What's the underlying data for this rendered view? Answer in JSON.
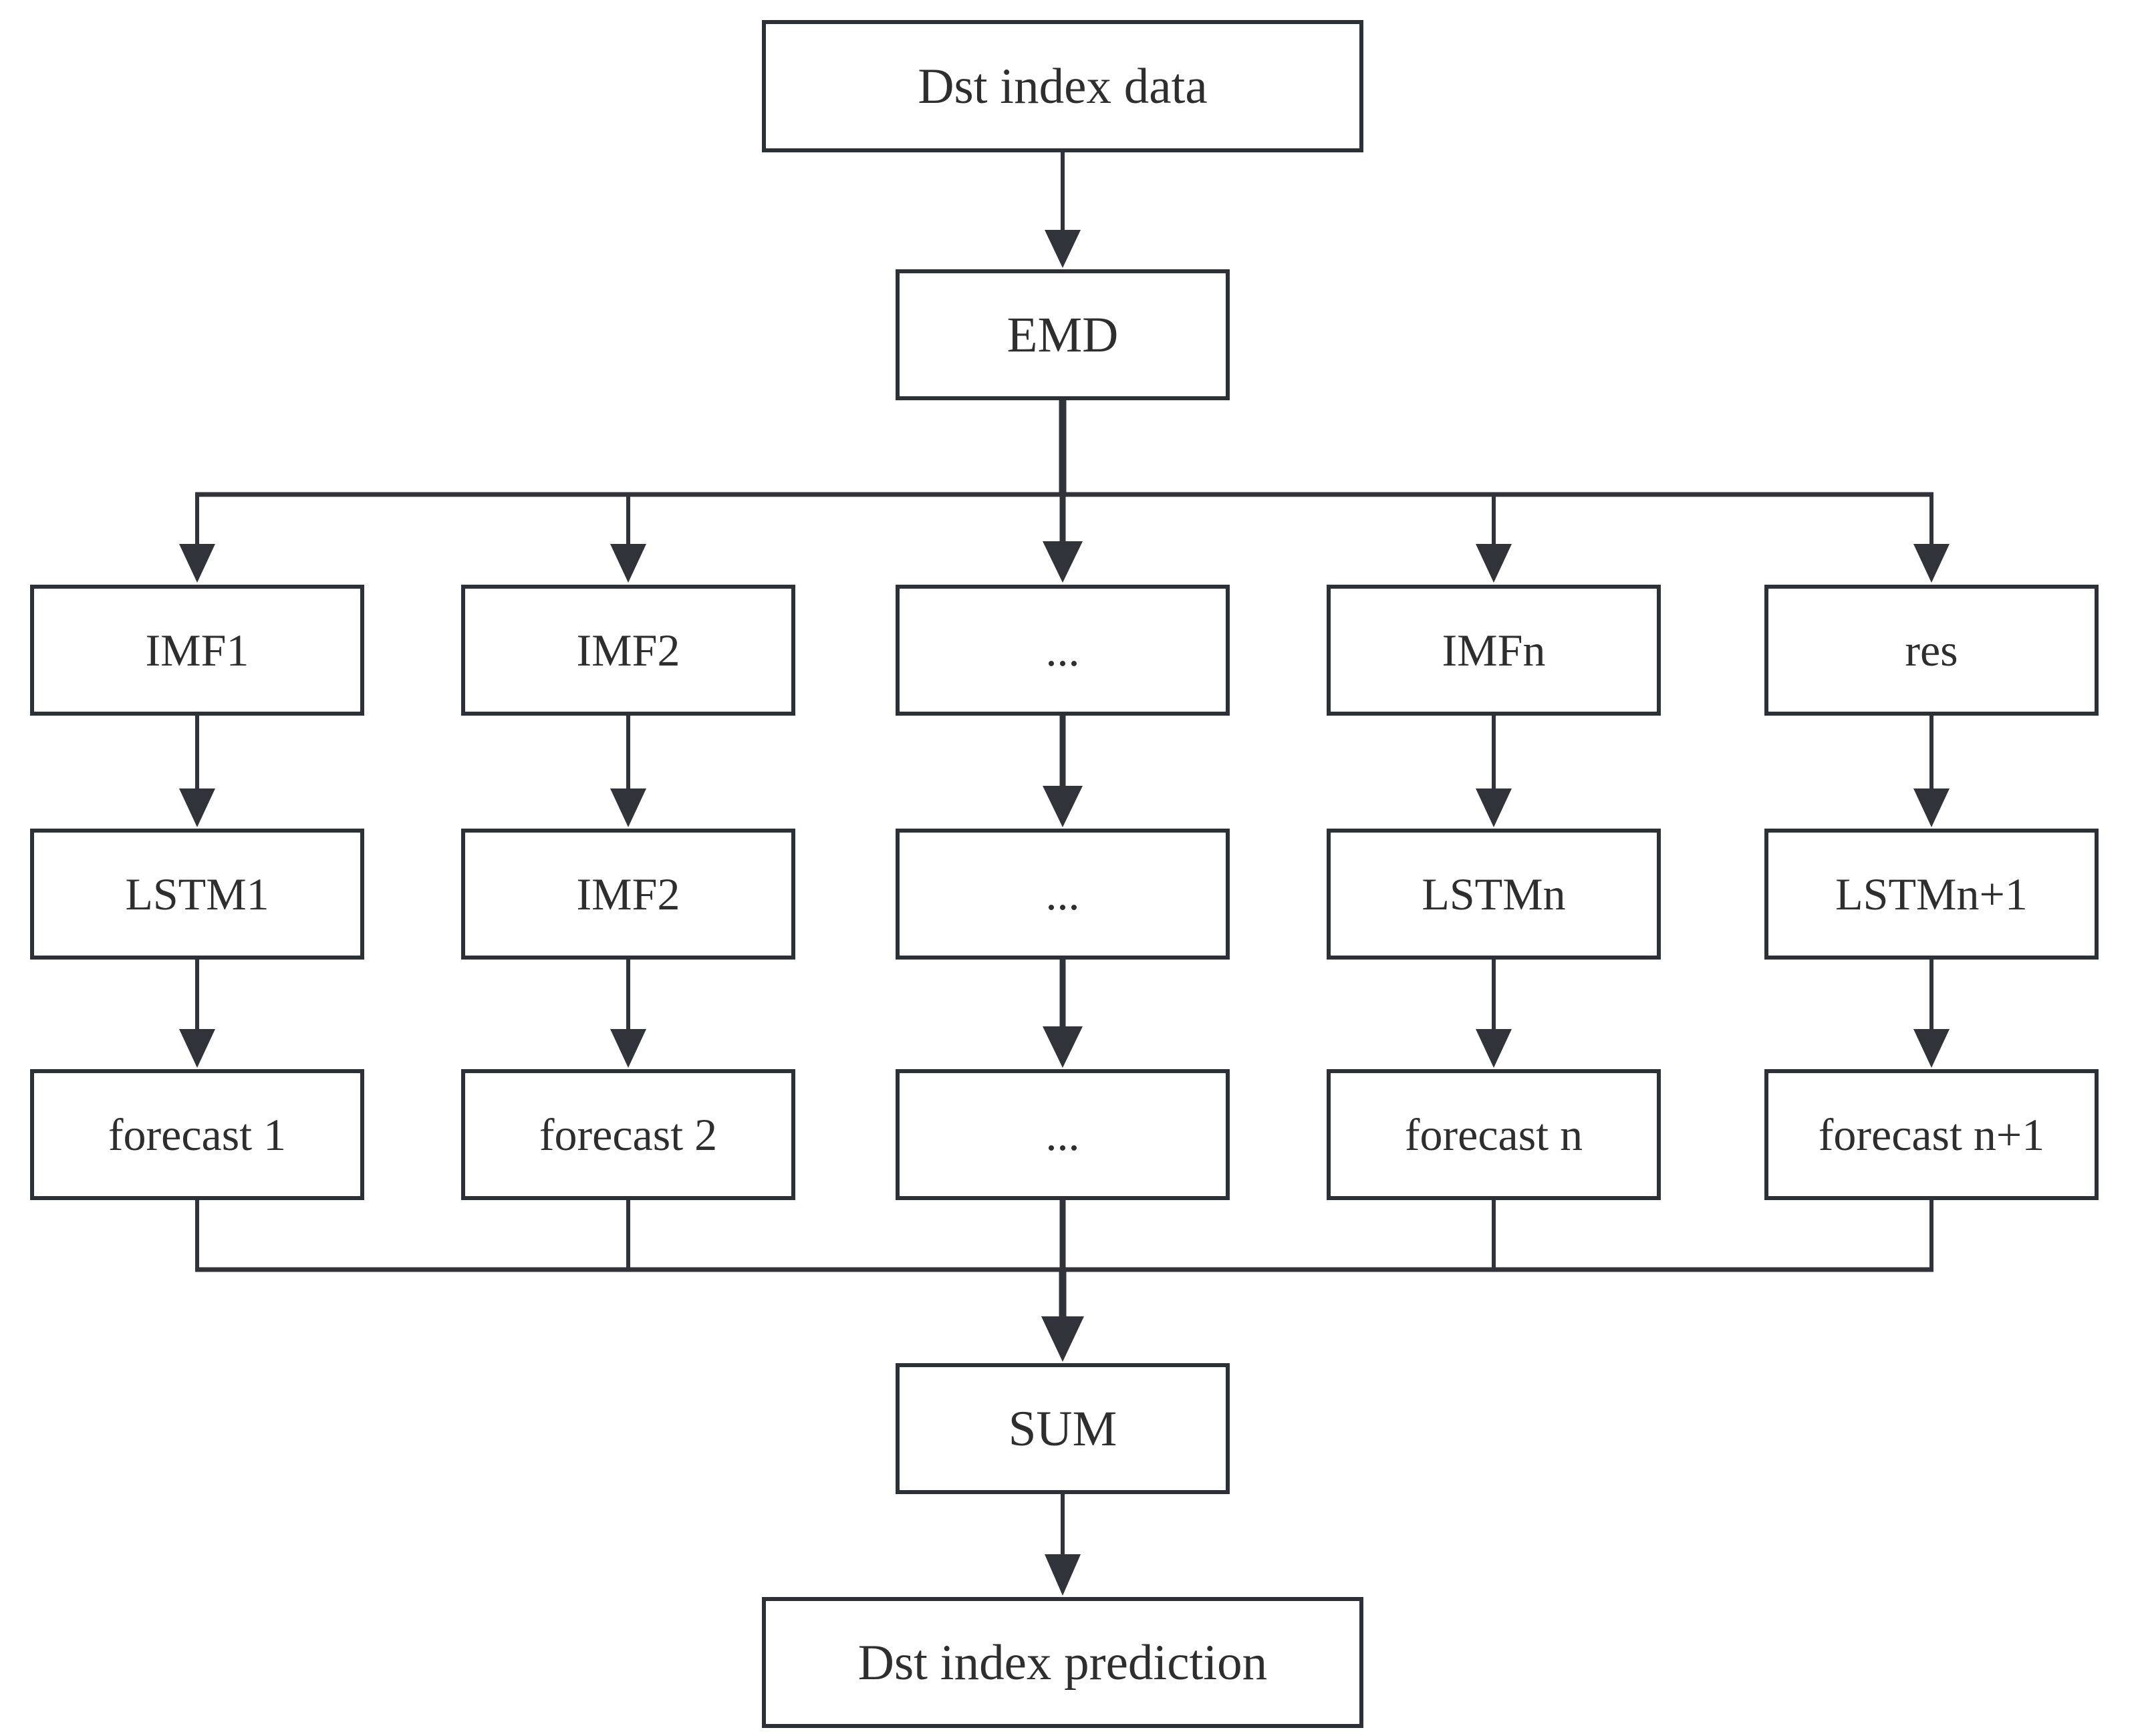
{
  "diagram": {
    "input_label": "Dst index data",
    "emd_label": "EMD",
    "grid": [
      {
        "imf": "IMF1",
        "model": "LSTM1",
        "forecast": "forecast 1"
      },
      {
        "imf": "IMF2",
        "model": "IMF2",
        "forecast": "forecast 2"
      },
      {
        "imf": "...",
        "model": "...",
        "forecast": "..."
      },
      {
        "imf": "IMFn",
        "model": "LSTMn",
        "forecast": "forecast n"
      },
      {
        "imf": "res",
        "model": "LSTMn+1",
        "forecast": "forecast n+1"
      }
    ],
    "sum_label": "SUM",
    "output_label": "Dst index prediction",
    "colors": {
      "box_border": "#2b3137",
      "line": "#30343a",
      "text": "#2e2e2e",
      "background": "#ffffff"
    }
  }
}
